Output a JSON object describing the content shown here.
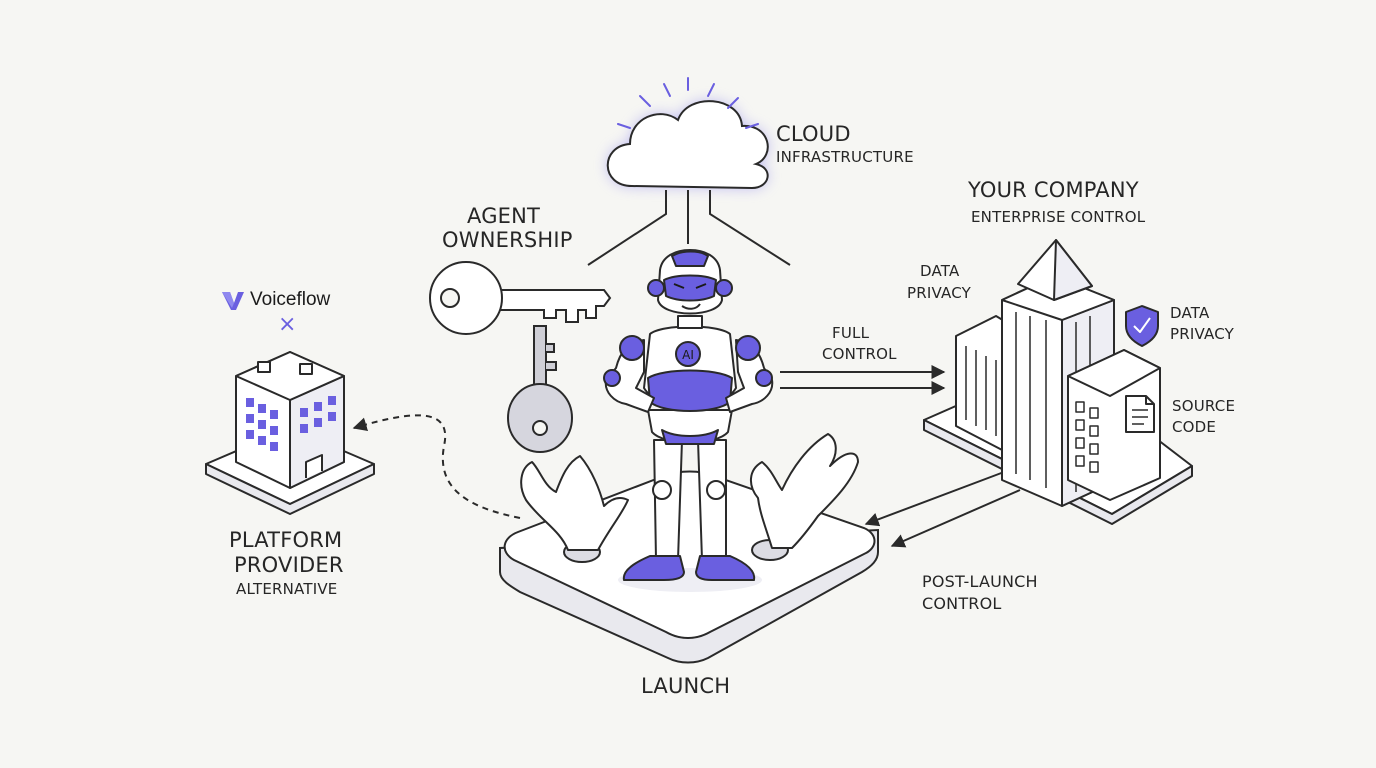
{
  "cloud": {
    "title": "CLOUD",
    "subtitle": "INFRASTRUCTURE"
  },
  "agent_ownership": {
    "line1": "AGENT",
    "line2": "OWNERSHIP"
  },
  "your_company": {
    "title": "YOUR COMPANY",
    "subtitle": "ENTERPRISE CONTROL"
  },
  "data_privacy_top": {
    "line1": "DATA",
    "line2": "PRIVACY"
  },
  "data_privacy_right": {
    "line1": "DATA",
    "line2": "PRIVACY"
  },
  "full_control": {
    "line1": "FULL",
    "line2": "CONTROL"
  },
  "source_code": {
    "line1": "SOURCE",
    "line2": "CODE"
  },
  "post_launch": {
    "line1": "POST-LAUNCH",
    "line2": "CONTROL"
  },
  "platform_provider": {
    "line1": "PLATFORM",
    "line2": "PROVIDER",
    "line3": "ALTERNATIVE"
  },
  "brand": {
    "name": "Voiceflow",
    "times": "×"
  },
  "robot_badge": "AI",
  "launch": "LAUNCH",
  "colors": {
    "accent": "#6a5fe0",
    "accent_light": "#8f88ef",
    "line": "#2a2a2a",
    "surface": "#ffffff",
    "shade": "#e9e9ee",
    "background": "#f6f6f3"
  },
  "icons": [
    "cloud-icon",
    "key-icon",
    "robot-icon",
    "hands-icon",
    "shield-icon",
    "document-icon",
    "building-icon",
    "arrow-icon"
  ]
}
